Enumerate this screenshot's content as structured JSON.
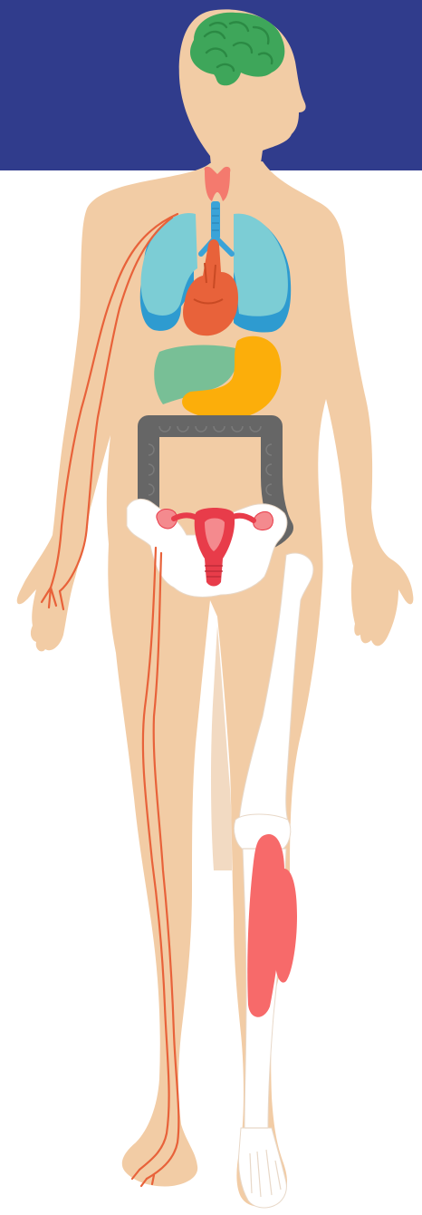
{
  "colors": {
    "banner": "#303c8c",
    "skin": "#f2cca5",
    "skin_shade": "#e8bb8f",
    "brain": "#3ea65a",
    "brain_line": "#2b8a44",
    "thyroid": "#f47a6e",
    "trachea": "#3aa3d8",
    "lung": "#7ccdd5",
    "lung_back": "#2e9bd0",
    "heart": "#e8623a",
    "liver": "#78bf96",
    "stomach": "#fcae0a",
    "colon": "#666666",
    "bone": "#ffffff",
    "bone_line": "#e8d8c8",
    "uterus": "#e83c4a",
    "uterus_light": "#f48a8e",
    "calf_muscle": "#f76a6a",
    "vessel": "#e8623a"
  },
  "body_parts": [
    "brain",
    "thyroid",
    "trachea",
    "left-lung",
    "right-lung",
    "heart",
    "liver",
    "stomach",
    "large-intestine",
    "pelvis",
    "uterus",
    "ovaries",
    "femur",
    "knee",
    "tibia",
    "foot-bones",
    "calf-muscle",
    "arm-vein",
    "leg-vein"
  ]
}
